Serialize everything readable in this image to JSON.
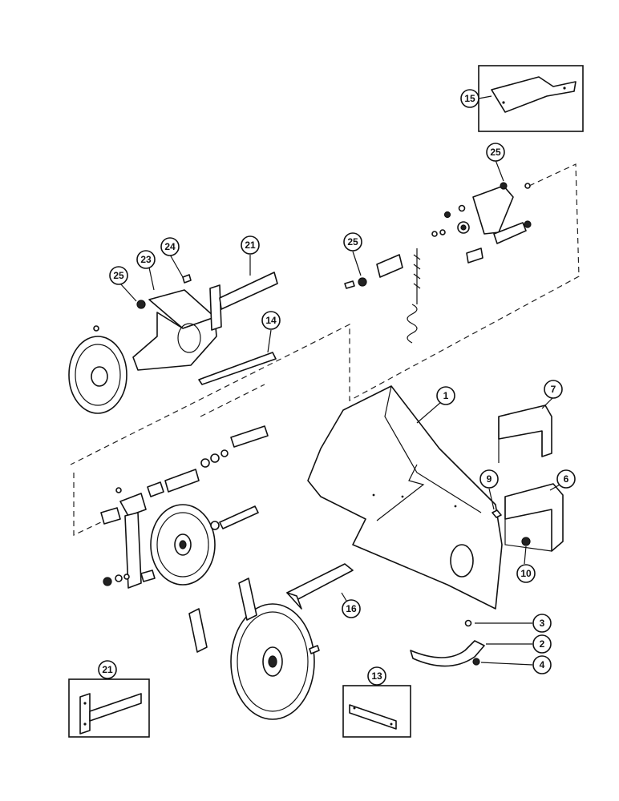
{
  "diagram": {
    "callouts": [
      {
        "id": "c1",
        "label": "1"
      },
      {
        "id": "c2",
        "label": "2"
      },
      {
        "id": "c3",
        "label": "3"
      },
      {
        "id": "c4",
        "label": "4"
      },
      {
        "id": "c6",
        "label": "6"
      },
      {
        "id": "c7",
        "label": "7"
      },
      {
        "id": "c9",
        "label": "9"
      },
      {
        "id": "c10",
        "label": "10"
      },
      {
        "id": "c13",
        "label": "13"
      },
      {
        "id": "c14",
        "label": "14"
      },
      {
        "id": "c15",
        "label": "15"
      },
      {
        "id": "c16",
        "label": "16"
      },
      {
        "id": "c21a",
        "label": "21"
      },
      {
        "id": "c21b",
        "label": "21"
      },
      {
        "id": "c23",
        "label": "23"
      },
      {
        "id": "c24",
        "label": "24"
      },
      {
        "id": "c25a",
        "label": "25"
      },
      {
        "id": "c25b",
        "label": "25"
      },
      {
        "id": "c25c",
        "label": "25"
      }
    ]
  }
}
